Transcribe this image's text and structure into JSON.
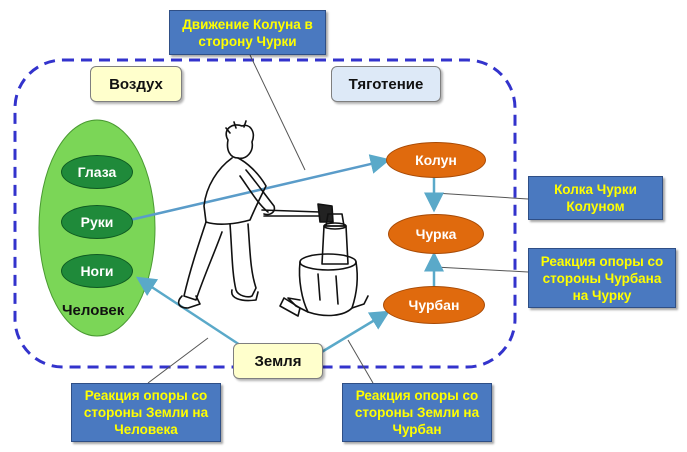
{
  "callouts": {
    "axe_motion": "Движение Колуна в сторону Чурки",
    "splitting": "Колка Чурки Колуном",
    "stump_reaction": "Реакция опоры со стороны Чурбана на Чурку",
    "earth_on_human": "Реакция опоры со стороны Земли на Человека",
    "earth_on_stump": "Реакция опоры со стороны Земли на Чурбан"
  },
  "environment": {
    "air": "Воздух",
    "gravity": "Тяготение",
    "earth": "Земля"
  },
  "human": {
    "label": "Человек",
    "parts": [
      "Глаза",
      "Руки",
      "Ноги"
    ]
  },
  "objects": {
    "axe": "Колун",
    "log": "Чурка",
    "stump": "Чурбан"
  },
  "colors": {
    "callout_fill": "#4a79c0",
    "callout_text": "#ffff00",
    "human_fill": "#7bd657",
    "body_part_fill": "#1f8a3a",
    "object_fill": "#e06a0d",
    "air_fill": "#ffffcc",
    "gravity_fill": "#dde9f7",
    "boundary": "#3333cc",
    "arrows": "#5aa9c9"
  }
}
